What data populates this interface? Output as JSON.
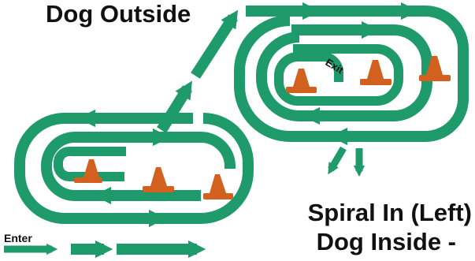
{
  "title": "Dog Outside",
  "subtitle_line1": "Spiral In (Left)",
  "subtitle_line2": "Dog Inside -",
  "enter_label": "Enter",
  "exit_label": "Exit",
  "colors": {
    "track": "#1f9a6a",
    "cone": "#d2601e",
    "text": "#111111",
    "background": "#ffffff"
  }
}
